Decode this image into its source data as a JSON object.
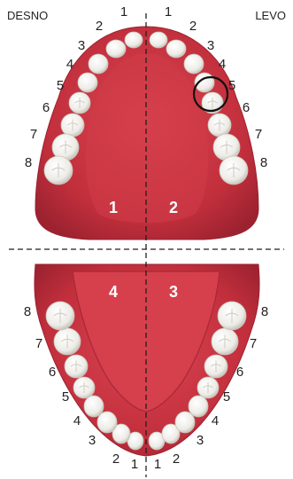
{
  "labels": {
    "right": "DESNO",
    "left": "LEVO"
  },
  "quadrants": [
    "1",
    "2",
    "3",
    "4"
  ],
  "tooth_numbers": [
    "1",
    "2",
    "3",
    "4",
    "5",
    "6",
    "7",
    "8"
  ],
  "colors": {
    "gum": "#c8323f",
    "gum_dark": "#8f1f2a",
    "tooth": "#f2f0ea",
    "tooth_shade": "#c9c5bb",
    "text": "#231f20"
  },
  "highlight": {
    "arch": "upper",
    "side": "left",
    "tooth": "5"
  }
}
